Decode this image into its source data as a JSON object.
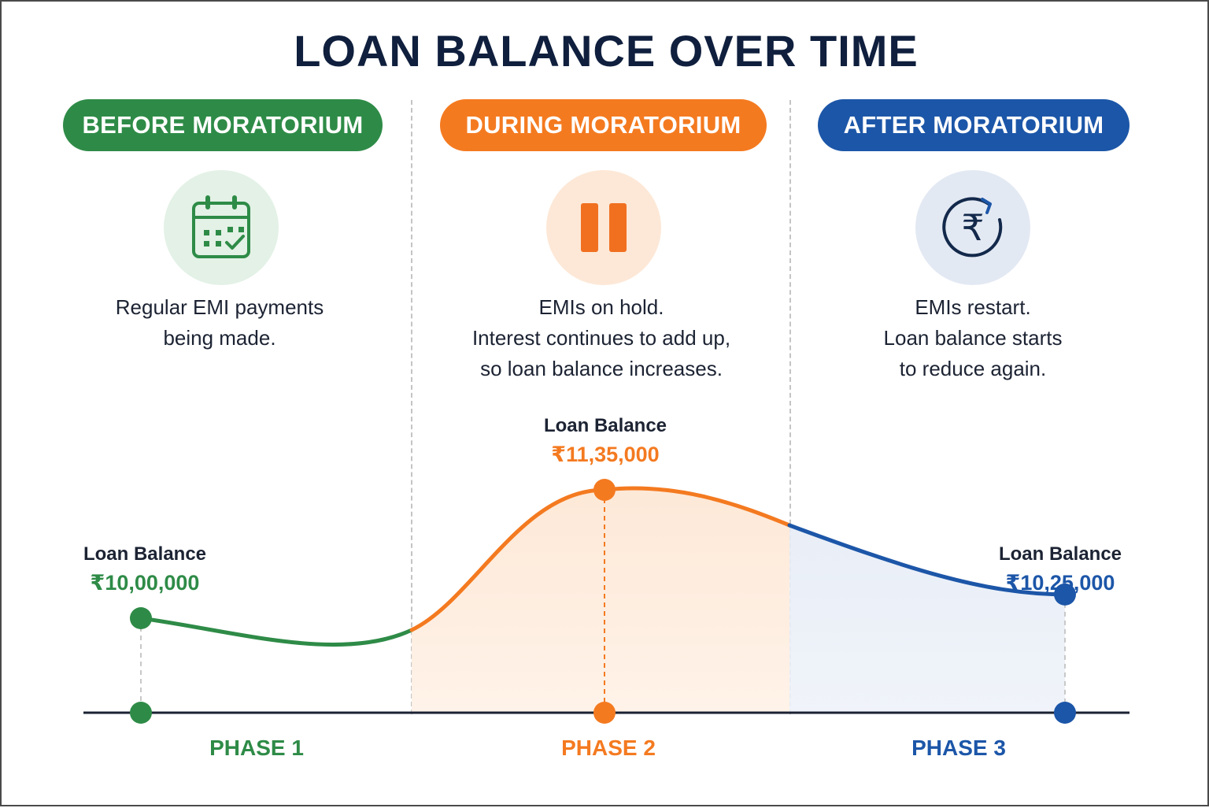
{
  "title": "LOAN BALANCE OVER TIME",
  "colors": {
    "green": "#2e8b47",
    "orange": "#f47a20",
    "blue": "#1c56a8",
    "navy": "#0f1f3d"
  },
  "phases": [
    {
      "header": "BEFORE MORATORIUM",
      "icon": "calendar-check-icon",
      "description": [
        "Regular EMI payments",
        "being made."
      ],
      "balance_label": "Loan Balance",
      "balance_value": "₹10,00,000",
      "phase_label": "PHASE 1"
    },
    {
      "header": "DURING MORATORIUM",
      "icon": "pause-icon",
      "description": [
        "EMIs on hold.",
        "Interest continues to add up,",
        "so loan balance increases."
      ],
      "balance_label": "Loan Balance",
      "balance_value": "₹11,35,000",
      "phase_label": "PHASE 2"
    },
    {
      "header": "AFTER MORATORIUM",
      "icon": "rupee-cycle-icon",
      "description": [
        "EMIs restart.",
        "Loan balance starts",
        "to reduce again."
      ],
      "balance_label": "Loan Balance",
      "balance_value": "₹10,25,000",
      "phase_label": "PHASE 3"
    }
  ],
  "chart_data": {
    "type": "line",
    "x": [
      "PHASE 1",
      "PHASE 2",
      "PHASE 3"
    ],
    "series": [
      {
        "values": [
          1000000,
          1135000,
          1025000
        ]
      }
    ],
    "ylabel": "",
    "xlabel": ""
  }
}
